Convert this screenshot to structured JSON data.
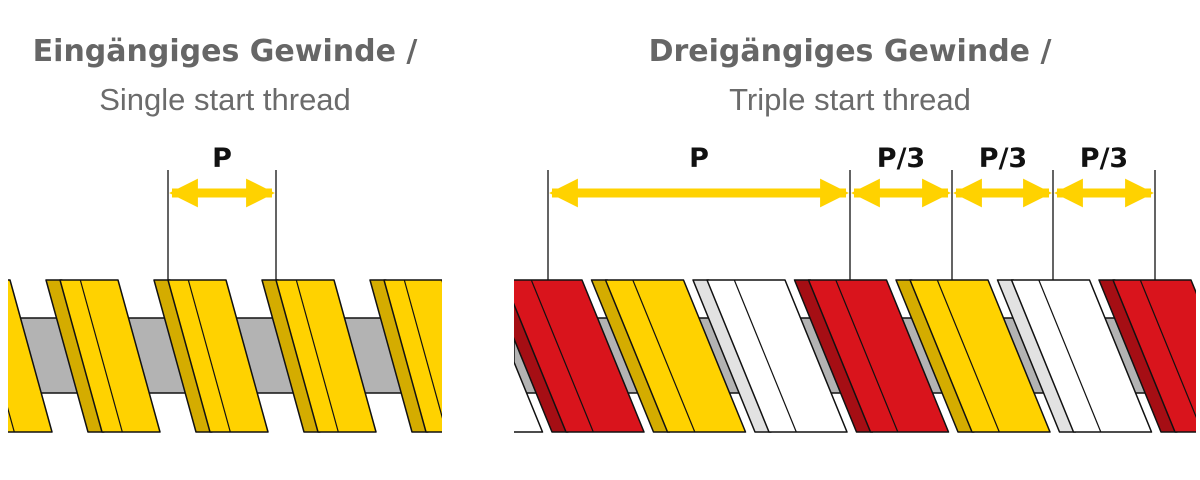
{
  "left": {
    "title_bold": "Eingängiges Gewinde /",
    "title_light": "Single start thread",
    "pitch_label": "P",
    "starts": 1
  },
  "right": {
    "title_bold": "Dreigängiges Gewinde /",
    "title_light": "Triple start thread",
    "pitch_label": "P",
    "sub_labels": [
      "P/3",
      "P/3",
      "P/3"
    ],
    "starts": 3
  },
  "colors": {
    "yellow": "#ffd200",
    "yellow_dark": "#d4ac00",
    "red": "#d9141c",
    "red_dark": "#a50e14",
    "white": "#ffffff",
    "white_dark": "#e2e2e2",
    "shaft": "#b3b3b3",
    "arrow": "#ffd200",
    "title": "#666666"
  }
}
